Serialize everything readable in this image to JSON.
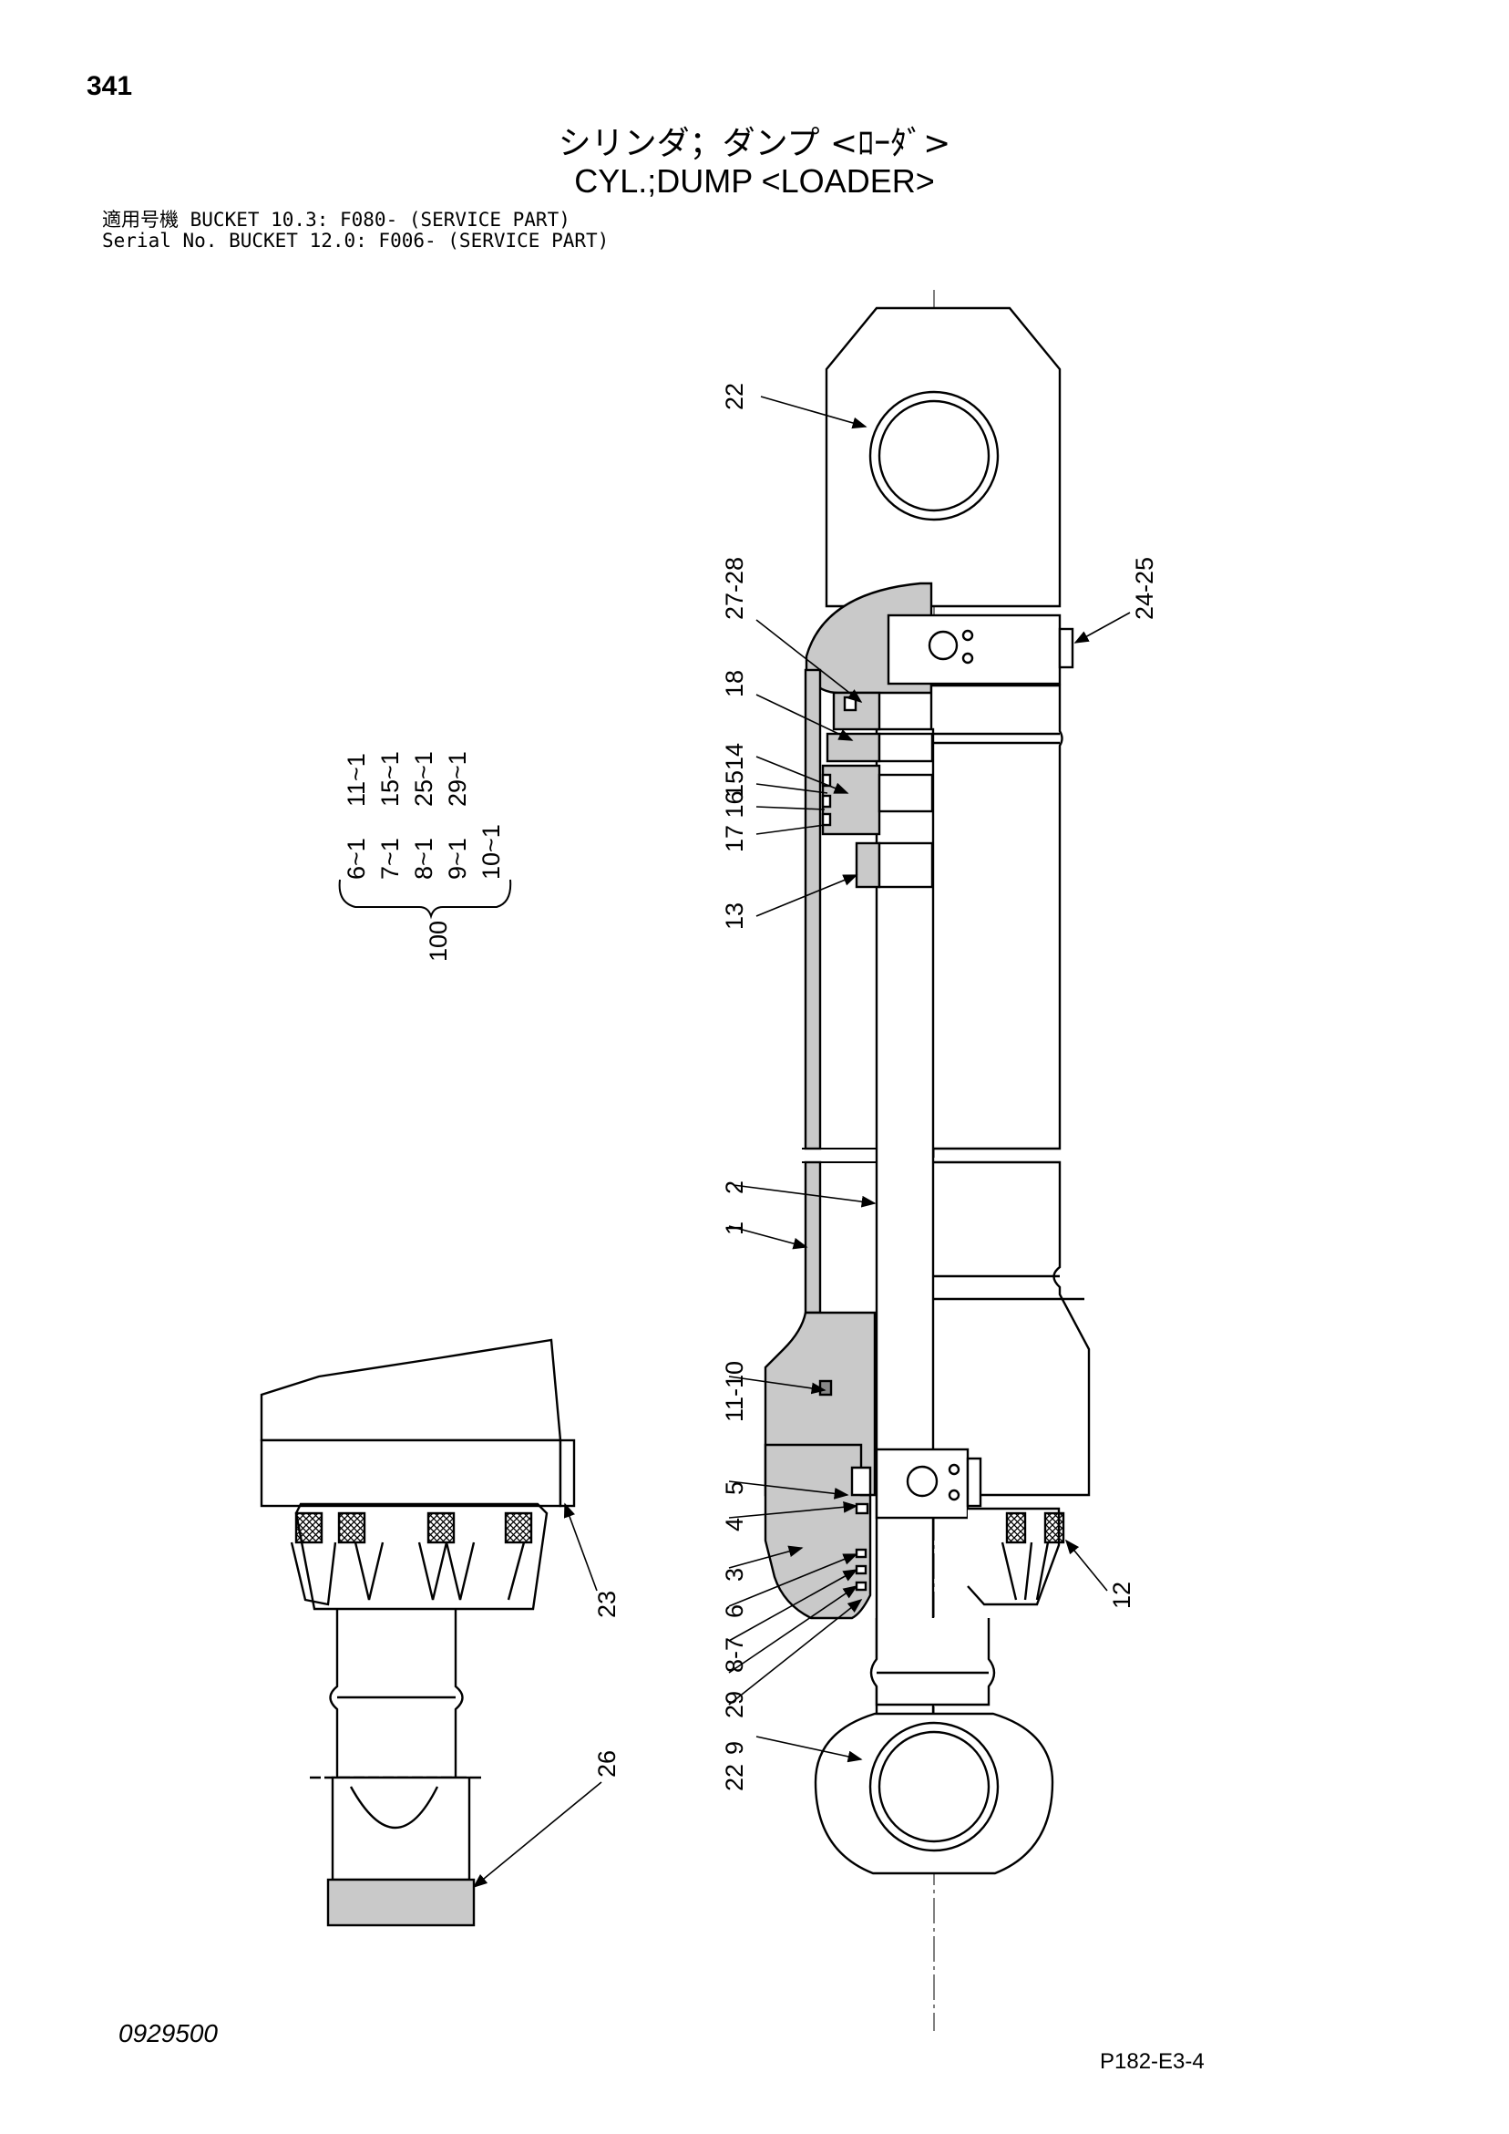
{
  "header": {
    "page_number": "341",
    "title_jp": "シリンダ；ダンプ <ﾛｰﾀﾞ>",
    "title_en": "CYL.;DUMP <LOADER>",
    "applicability": [
      "適用号機  BUCKET 10.3: F080- (SERVICE PART)",
      "Serial No. BUCKET 12.0: F006- (SERVICE PART)"
    ]
  },
  "callouts": {
    "c22_top": "22",
    "c27_28": "27-28",
    "c24_25": "24-25",
    "c18": "18",
    "c1514": "1514",
    "c17_16": "17 16",
    "c13": "13",
    "c2": "2",
    "c1": "1",
    "c11_10": "11-10",
    "c5": "5",
    "c4": "4",
    "c3": "3",
    "c6": "6",
    "c8_7": "8-7",
    "c29": "29",
    "c9": "9",
    "c12": "12",
    "c23": "23",
    "c26": "26",
    "c22_bottom": "22"
  },
  "kit": {
    "number": "100",
    "column1": [
      "6~1",
      "7~1",
      "8~1",
      "9~1",
      "10~1"
    ],
    "column2": [
      "11~1",
      "15~1",
      "25~1",
      "29~1"
    ]
  },
  "footer": {
    "doc_number": "0929500",
    "page_ref": "P182-E3-4"
  }
}
